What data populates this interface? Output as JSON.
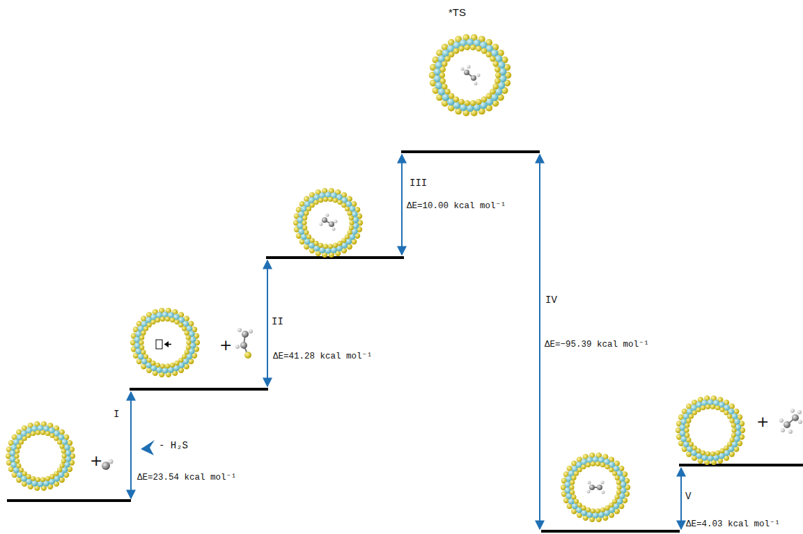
{
  "diagram": {
    "labels": [
      "*TS",
      "I",
      "- H₂S",
      "ΔE=23.54 kcal mol⁻¹",
      "+",
      "II",
      "ΔE=41.28 kcal mol⁻¹",
      "+",
      "III",
      "ΔE=10.00 kcal mol⁻¹",
      "IV",
      "ΔE=−95.39 kcal mol⁻¹",
      "+",
      "V",
      "ΔE=4.03 kcal mol⁻¹"
    ]
  }
}
